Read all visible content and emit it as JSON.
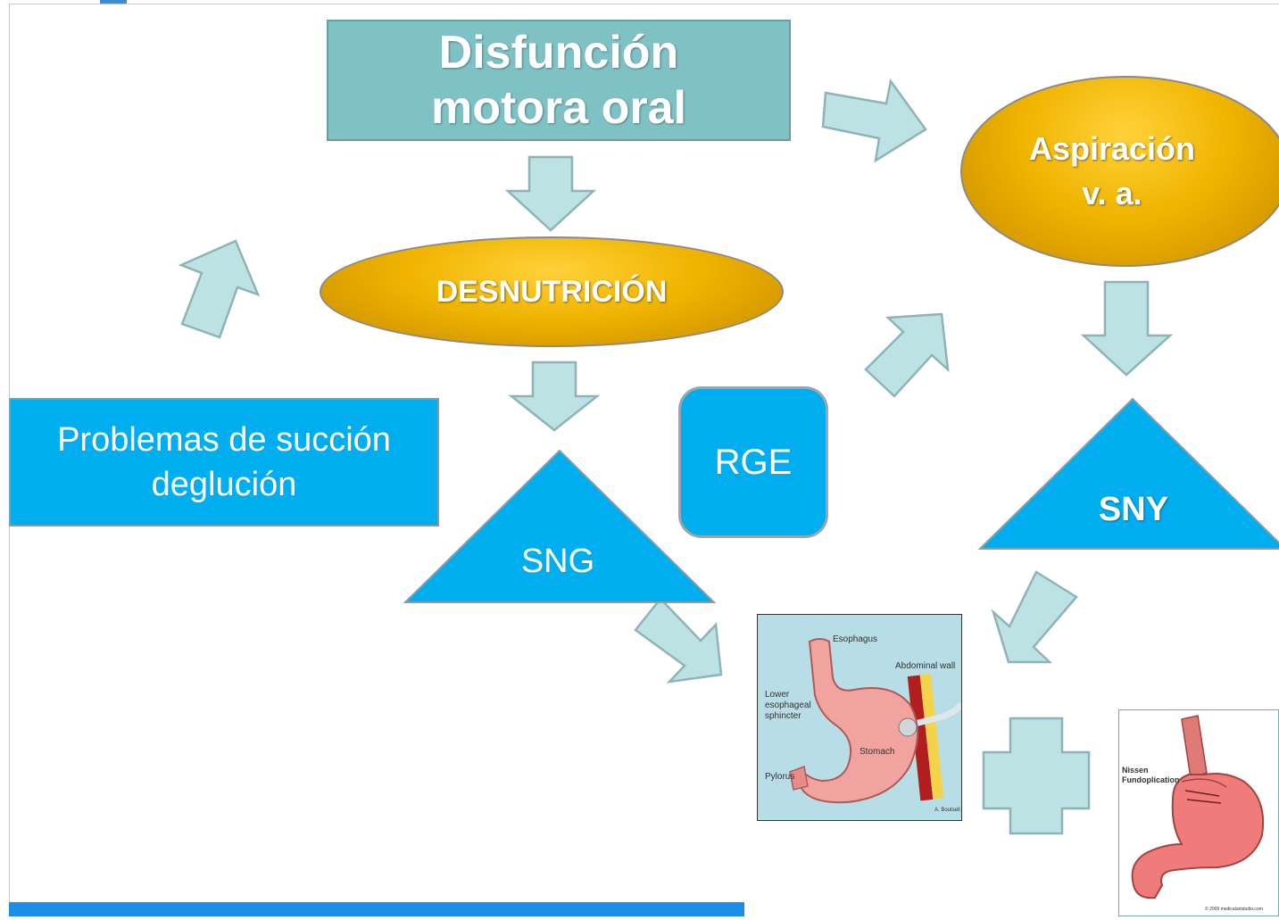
{
  "nodes": {
    "title": [
      "Disfunción",
      "motora oral"
    ],
    "desnutricion": "DESNUTRICIÓN",
    "aspiracion": [
      "Aspiración",
      "v. a."
    ],
    "problemas": [
      "Problemas de succión",
      "deglución"
    ],
    "rge": "RGE",
    "sng": "SNG",
    "sny": "SNY"
  },
  "stomach_figure": {
    "labels": {
      "esophagus": "Esophagus",
      "abdominal_wall": "Abdominal wall",
      "lower": "Lower",
      "esophageal": "esophageal",
      "sphincter": "sphincter",
      "stomach": "Stomach",
      "pylorus": "Pylorus",
      "credit": "A. Boutsell"
    }
  },
  "nissen_figure": {
    "labels": {
      "nissen": "Nissen",
      "fundoplication": "Fundoplication",
      "credit": "© 2009 medicalartstudio.com"
    }
  },
  "colors": {
    "arrow_fill": "#bde2e4",
    "arrow_stroke": "#8fb3b6",
    "box_teal": "#7fc2c6",
    "ellipse_gold": "#f0b400",
    "cyan": "#00aeef",
    "bottom_bar": "#1a8ee8"
  }
}
